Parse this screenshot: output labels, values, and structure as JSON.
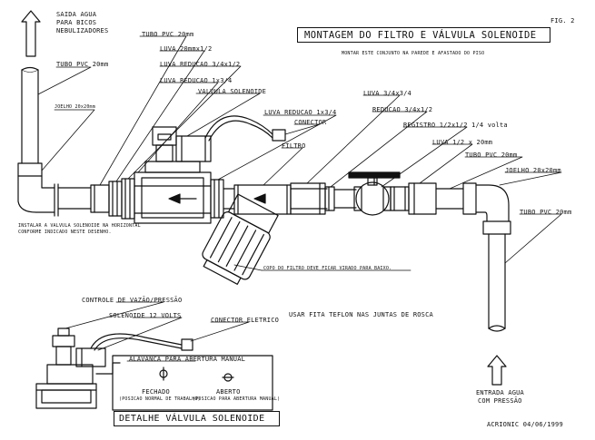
{
  "figure_number": "FIG. 2",
  "title": "MONTAGEM DO FILTRO E VÁLVULA SOLENOIDE",
  "subtitle": "MONTAR ESTE CONJUNTO NA PAREDE E AFASTADO DO PISO",
  "labels": {
    "saida_agua": "SAIDA AGUA",
    "para_bicos": "PARA BICOS",
    "nebulizadores": "NEBULIZADORES",
    "tubo_pvc_20_left": "TUBO PVC 20mm",
    "tubo_pvc_20_top": "TUBO PVC 20mm",
    "joelho_left": "JOELHO 20x20mm",
    "luva_20": "LUVA 20mmx1/2",
    "luva_reducao_34": "LUVA REDUCAO 3/4x1/2",
    "luva_reducao_1": "LUVA REDUCAO 1x3/4",
    "valvula_solenoide": "VALVULA SOLENOIDE",
    "luva_reducao_1_b": "LUVA REDUCAO 1x3/4",
    "conector": "CONECTOR",
    "filtro": "FILTRO",
    "luva_34": "LUVA 3/4x3/4",
    "reducao_34": "REDUCAO 3/4x1/2",
    "registro": "REGISTRO 1/2x1/2   1/4 volta",
    "luva_12": "LUVA 1/2 x 20mm",
    "tubo_pvc_20_right": "TUBO PVC 20mm",
    "joelho_right": "JOELHO 20x20mm",
    "tubo_pvc_20_vertical": "TUBO PVC 20mm",
    "instalar_1": "INSTALAR A VALVULA SOLENOIDE NA HORIZONTAL",
    "instalar_2": "CONFORME INDICADO NESTE DESENHO.",
    "copo": "COPO DO FILTRO DEVE FICAR VIRADO PARA BAIXO.",
    "teflon": "USAR FITA TEFLON NAS JUNTAS DE ROSCA",
    "controle": "CONTROLE DE VAZÃO/PRESSÃO",
    "solenoide_12v": "SOLENOIDE 12 VOLTS",
    "conector_eletrico": "CONECTOR ELETRICO",
    "alavanca": "ALAVANCA PARA ABERTURA MANUAL",
    "fechado": "FECHADO",
    "fechado_sub": "(POSICAO NORMAL DE TRABALHO)",
    "aberto": "ABERTO",
    "aberto_sub": "(POSICAO PARA ABERTURA MANUAL)",
    "detalhe": "DETALHE VÁLVULA SOLENOIDE",
    "entrada_1": "ENTRADA AGUA",
    "entrada_2": "COM PRESSÃO",
    "signature": "ACRIONIC 04/06/1999"
  }
}
